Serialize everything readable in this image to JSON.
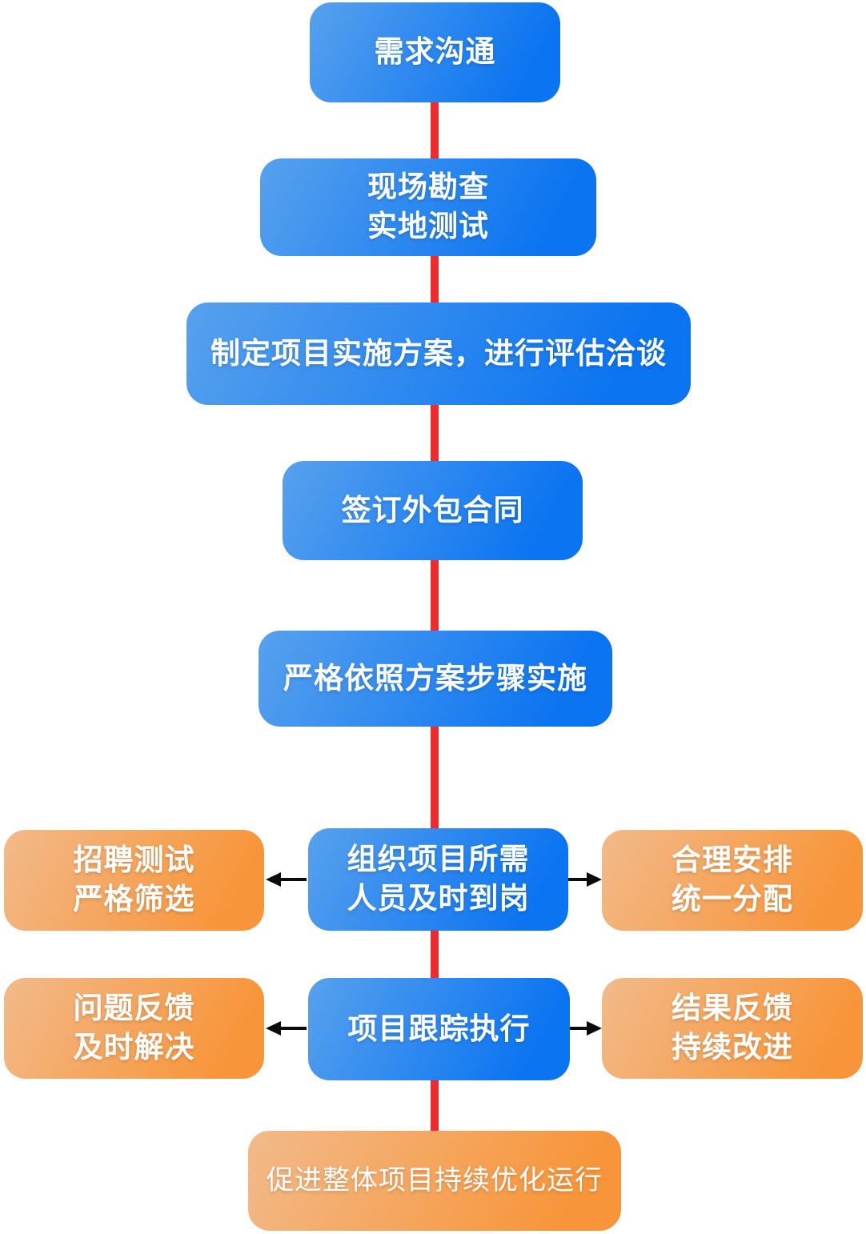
{
  "colors": {
    "blue_light": "#57a1ee",
    "blue_dark": "#0b74f1",
    "orange_light": "#f2ba8a",
    "orange_dark": "#f8953a",
    "line_red": "#ee2a2e",
    "arrow_black": "#0b0b0b",
    "text_white": "#ffffff"
  },
  "nodes": {
    "step1": {
      "label": "需求沟通"
    },
    "step2": {
      "line1": "现场勘查",
      "line2": "实地测试"
    },
    "step3": {
      "label": "制定项目实施方案，进行评估洽谈"
    },
    "step4": {
      "label": "签订外包合同"
    },
    "step5": {
      "label": "严格依照方案步骤实施"
    },
    "step6_center": {
      "line1": "组织项目所需",
      "line2": "人员及时到岗"
    },
    "step6_left": {
      "line1": "招聘测试",
      "line2": "严格筛选"
    },
    "step6_right": {
      "line1": "合理安排",
      "line2": "统一分配"
    },
    "step7_center": {
      "label": "项目跟踪执行"
    },
    "step7_left": {
      "line1": "问题反馈",
      "line2": "及时解决"
    },
    "step7_right": {
      "line1": "结果反馈",
      "line2": "持续改进"
    },
    "step8": {
      "label": "促进整体项目持续优化运行"
    }
  }
}
